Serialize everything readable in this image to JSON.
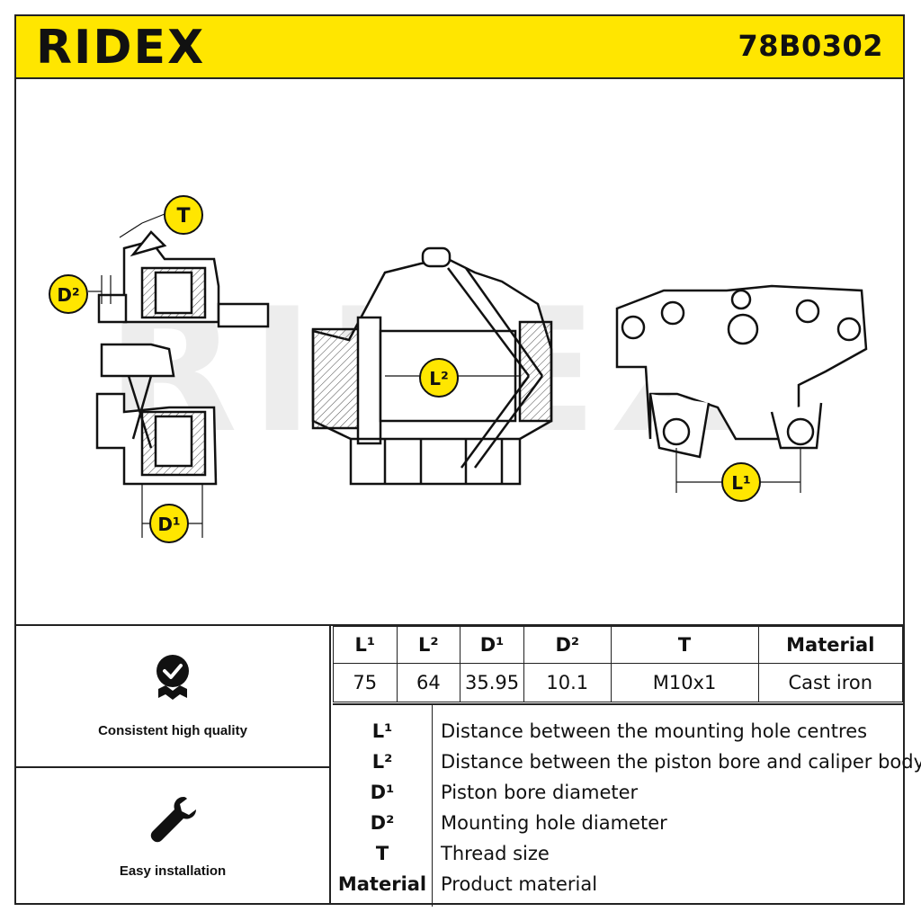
{
  "header": {
    "brand": "RIDEX",
    "part_number": "78B0302"
  },
  "drawing": {
    "watermark": "RIDEX",
    "labels": {
      "T": "T",
      "D2": "D²",
      "D1": "D¹",
      "L2": "L²",
      "L1": "L¹"
    }
  },
  "features": [
    {
      "label": "Consistent high quality",
      "icon": "quality-badge-icon"
    },
    {
      "label": "Easy installation",
      "icon": "wrench-icon"
    }
  ],
  "specs": {
    "headers": [
      "L¹",
      "L²",
      "D¹",
      "D²",
      "T",
      "Material"
    ],
    "values": [
      "75",
      "64",
      "35.95",
      "10.1",
      "M10x1",
      "Cast iron"
    ]
  },
  "legend": [
    {
      "key": "L¹",
      "text": "Distance between the mounting hole centres"
    },
    {
      "key": "L²",
      "text": "Distance between the piston bore and caliper body"
    },
    {
      "key": "D¹",
      "text": "Piston bore diameter"
    },
    {
      "key": "D²",
      "text": "Mounting hole diameter"
    },
    {
      "key": "T",
      "text": "Thread size"
    },
    {
      "key": "Material",
      "text": "Product material"
    }
  ],
  "colors": {
    "accent": "#ffe600",
    "line": "#222222"
  }
}
